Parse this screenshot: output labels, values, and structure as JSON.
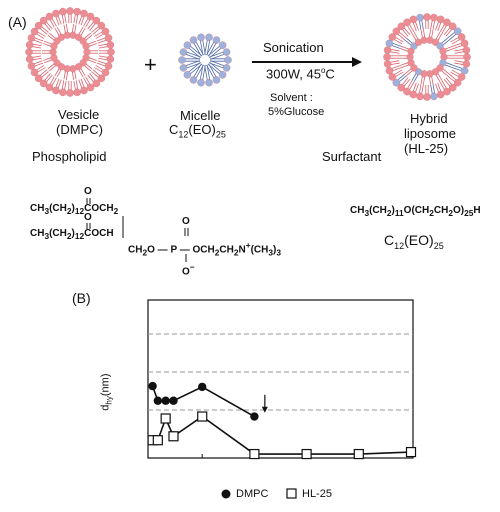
{
  "panel_a": {
    "label": "(A)",
    "vesicle": {
      "name": "Vesicle",
      "sub": "(DMPC)",
      "category": "Phospholipid"
    },
    "plus": "+",
    "micelle": {
      "name": "Micelle",
      "formula_prefix": "C",
      "formula_sub1": "12",
      "formula_mid": "(EO)",
      "formula_sub2": "25",
      "category": "Surfactant"
    },
    "process": {
      "method": "Sonication",
      "conditions_prefix": "300W, 45",
      "conditions_sup": "o",
      "conditions_suffix": "C",
      "solvent_label": "Solvent :",
      "solvent_value": "5%Glucose"
    },
    "hybrid": {
      "line1": "Hybrid",
      "line2": "liposome",
      "line3": "(HL-25)"
    },
    "dmpc_structure": {
      "line1": "O",
      "line2a": "CH",
      "line2b": "3",
      "line2c": "(CH",
      "line2d": "2",
      "line2e": ")",
      "line2f": "12",
      "line2g": "COCH",
      "line2h": "2",
      "line3": "O",
      "line4a": "CH",
      "line4b": "3",
      "line4c": "(CH",
      "line4d": "2",
      "line4e": ")",
      "line4f": "12",
      "line4g": "COCH",
      "line5": "O",
      "phos_o_top": "O",
      "phos_mid_a": "CH",
      "phos_mid_b": "2",
      "phos_mid_c": "O",
      "phos_p": "P",
      "phos_mid_d": "OCH",
      "phos_mid_e": "2",
      "phos_mid_f": "CH",
      "phos_mid_g": "2",
      "phos_mid_h": "N",
      "phos_plus": "+",
      "phos_mid_i": "(CH",
      "phos_mid_j": "3",
      "phos_mid_k": ")",
      "phos_mid_l": "3",
      "phos_o_bot": "O",
      "phos_minus": "−"
    },
    "surfactant_structure": {
      "a": "CH",
      "b": "3",
      "c": "(CH",
      "d": "2",
      "e": ")",
      "f": "11",
      "g": "O(CH",
      "h": "2",
      "i": "CH",
      "j": "2",
      "k": "O)",
      "l": "25",
      "m": "H",
      "name_prefix": "C",
      "name_sub1": "12",
      "name_mid": "(EO)",
      "name_sub2": "25"
    },
    "colors": {
      "lipid_head": "#ec8c93",
      "lipid_tail": "#d9606a",
      "surf_head": "#9cb1dc",
      "surf_tail": "#4f68a8"
    }
  },
  "panel_b": {
    "label": "(B)",
    "ylabel_prefix": "d",
    "ylabel_sub": "hy",
    "ylabel_suffix": "(nm)",
    "legend": [
      {
        "marker": "filled-circle",
        "label": "DMPC"
      },
      {
        "marker": "open-square",
        "label": "HL-25"
      }
    ]
  },
  "chart_data": {
    "type": "line",
    "title": "",
    "xlabel": "",
    "ylabel": "dhy(nm)",
    "xlim": [
      0,
      5
    ],
    "ylim": [
      0,
      4
    ],
    "grid": "dashed horizontal",
    "legend_position": "bottom",
    "series": [
      {
        "name": "DMPC",
        "marker": "filled-circle",
        "x": [
          0.05,
          0.15,
          0.3,
          0.45,
          1.0,
          2.0
        ],
        "y": [
          1.82,
          1.45,
          1.45,
          1.45,
          1.8,
          1.05
        ]
      },
      {
        "name": "HL-25",
        "marker": "open-square",
        "x": [
          0.05,
          0.15,
          0.3,
          0.45,
          1.0,
          2.0,
          3.0,
          4.0,
          5.0
        ],
        "y": [
          0.45,
          0.45,
          1.0,
          0.55,
          1.05,
          0.1,
          0.1,
          0.1,
          0.15
        ]
      }
    ],
    "annotations": [
      {
        "type": "arrow-down",
        "x": 2.2,
        "y": 1.6
      }
    ]
  }
}
